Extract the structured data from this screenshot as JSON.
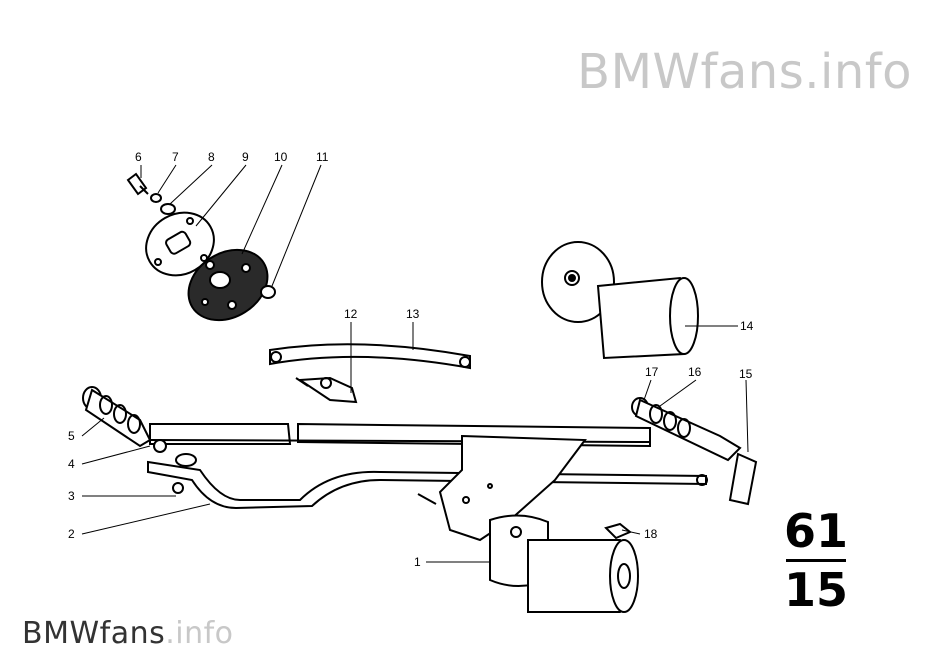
{
  "watermark": {
    "top_brand": "BMWfans",
    "top_tld": ".info",
    "bottom_brand": "BMWfans",
    "bottom_tld": ".info"
  },
  "section": {
    "group": "61",
    "subgroup": "15"
  },
  "callouts": {
    "c1": "1",
    "c2": "2",
    "c3": "3",
    "c4": "4",
    "c5": "5",
    "c6": "6",
    "c7": "7",
    "c8": "8",
    "c9": "9",
    "c10": "10",
    "c11": "11",
    "c12": "12",
    "c13": "13",
    "c14": "14",
    "c15": "15",
    "c16": "16",
    "c17": "17",
    "c18": "18"
  }
}
